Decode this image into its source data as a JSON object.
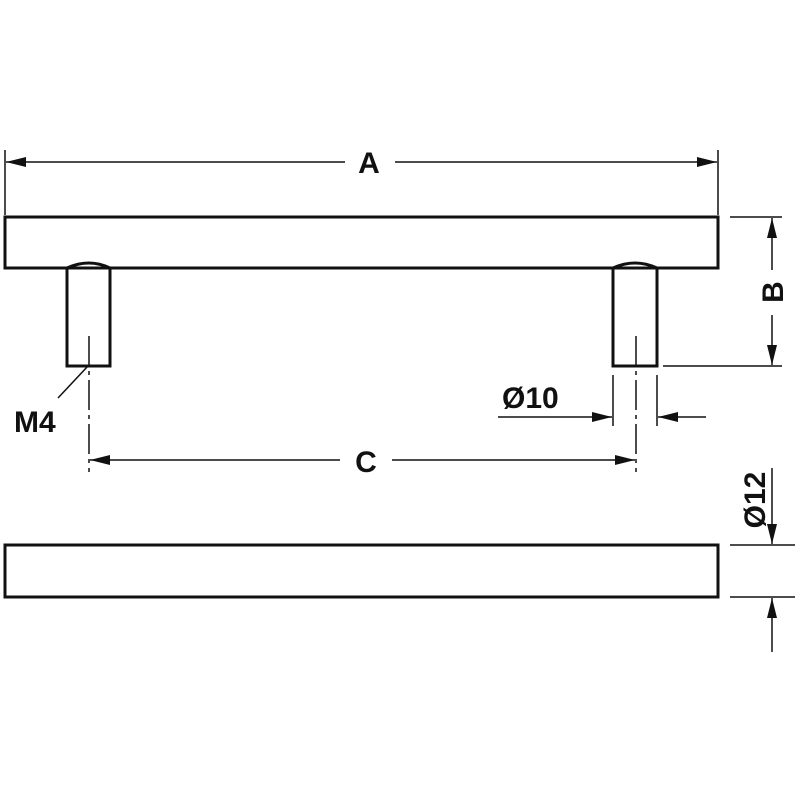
{
  "diagram": {
    "labels": {
      "a": "A",
      "b": "B",
      "c": "C",
      "thread": "M4",
      "leg_diameter": "Ø10",
      "bar_diameter": "Ø12"
    },
    "colors": {
      "line": "#111111",
      "background": "#ffffff"
    }
  }
}
